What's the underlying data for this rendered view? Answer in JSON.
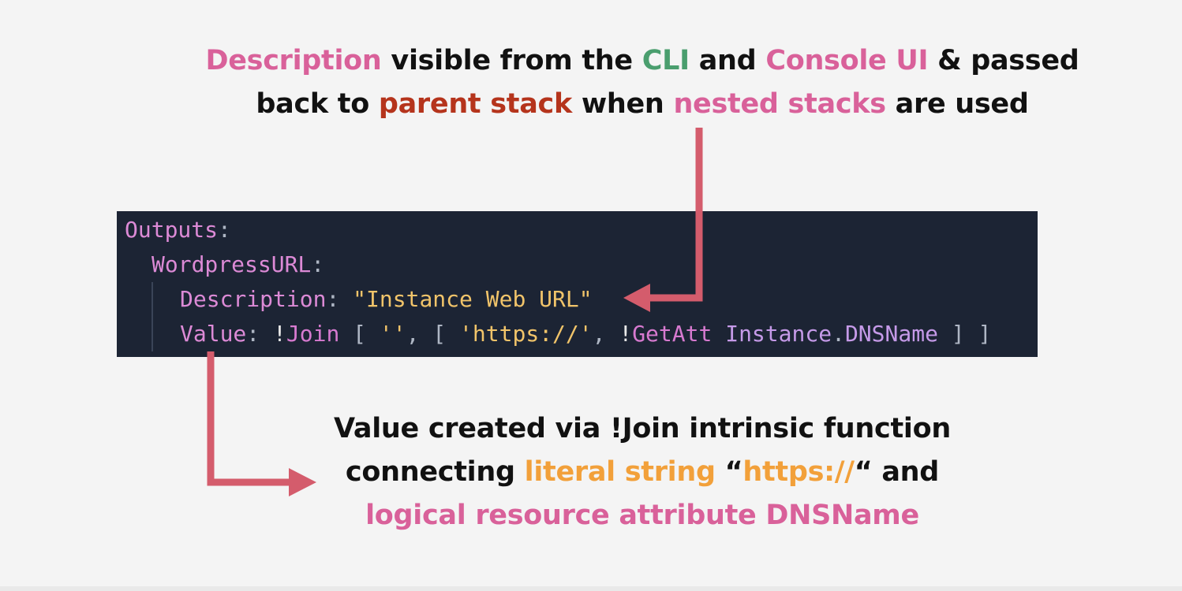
{
  "top_caption": {
    "w1": "Description",
    "w2": " visible from the ",
    "w3": "CLI",
    "w4": " and ",
    "w5": "Console UI",
    "w6": " & passed",
    "w7": "back to ",
    "w8": "parent stack",
    "w9": " when ",
    "w10": "nested stacks",
    "w11": " are used"
  },
  "code": {
    "line1_key": "Outputs",
    "line1_colon": ":",
    "line2_key": "WordpressURL",
    "line2_colon": ":",
    "line3_key": "Description",
    "line3_colon": ": ",
    "line3_value": "\"Instance Web URL\"",
    "line4_key": "Value",
    "line4_colon": ": ",
    "line4_bang1": "!",
    "line4_fn1": "Join",
    "line4_open1": " [ ",
    "line4_empty": "''",
    "line4_comma1": ", ",
    "line4_open2": "[ ",
    "line4_https": "'https://'",
    "line4_comma2": ", ",
    "line4_bang2": "!",
    "line4_fn2": "GetAtt",
    "line4_space": " ",
    "line4_res": "Instance",
    "line4_dot": ".",
    "line4_attr": "DNSName",
    "line4_close": " ] ]"
  },
  "bottom_caption": {
    "w1": "Value created via !Join intrinsic function",
    "w2": "connecting ",
    "w3": "literal string",
    "w4": " “",
    "w5": "https://",
    "w6": "“ and",
    "w7": "logical resource attribute DNSName"
  },
  "colors": {
    "background": "#f4f4f4",
    "code_background": "#1c2434",
    "arrow": "#d45c6c",
    "highlight_pink": "#d9619a",
    "highlight_green": "#4a9e6e",
    "highlight_red": "#b5341c",
    "highlight_orange": "#f2a03a"
  }
}
